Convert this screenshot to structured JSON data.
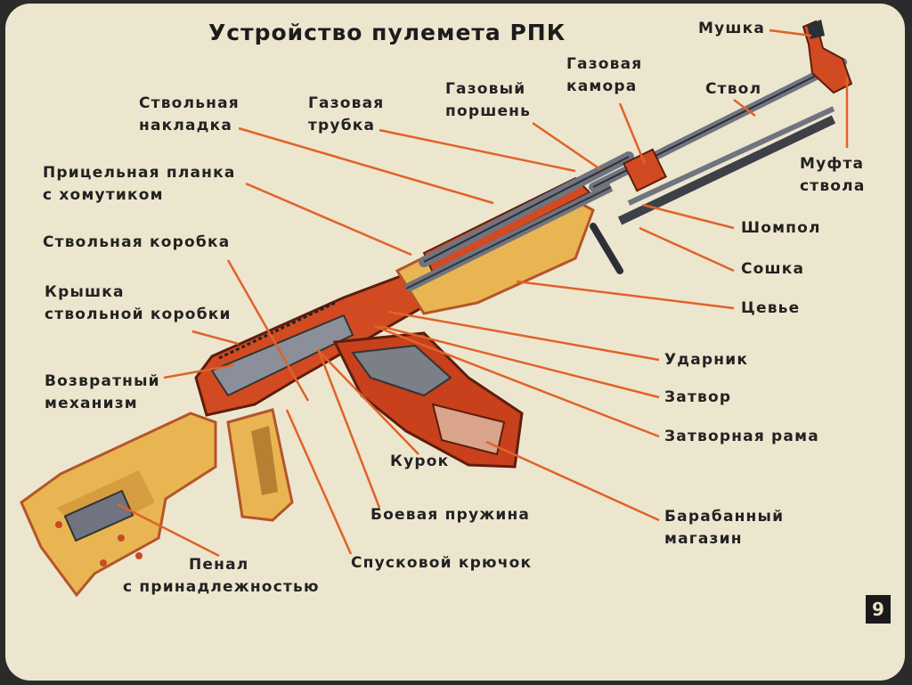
{
  "title": "Устройство пулемета РПК",
  "page_number": "9",
  "labels": {
    "mushka": "Мушка",
    "gaz_kamora": [
      "Газовая",
      "камора"
    ],
    "gaz_porshen": [
      "Газовый",
      "поршень"
    ],
    "gaz_trubka": [
      "Газовая",
      "трубка"
    ],
    "stvol_nakladka": [
      "Ствольная",
      "накладка"
    ],
    "stvol": "Ствол",
    "mufta": [
      "Муфта",
      "ствола"
    ],
    "pritsel": [
      "Прицельная планка",
      "с хомутиком"
    ],
    "stvol_korobka": "Ствольная коробка",
    "kryshka": [
      "Крышка",
      "ствольной коробки"
    ],
    "vozvrat": [
      "Возвратный",
      "механизм"
    ],
    "shompol": "Шомпол",
    "soshka": "Сошка",
    "tseve": "Цевье",
    "udarnik": "Ударник",
    "zatvor": "Затвор",
    "zatvor_rama": "Затворная рама",
    "kurok": "Курок",
    "boevaya": "Боевая пружина",
    "spusk": "Спусковой крючок",
    "baraban": [
      "Барабанный",
      "магазин"
    ],
    "penal": [
      "Пенал",
      "с принадлежностью"
    ]
  },
  "colors": {
    "background": "#ede6cf",
    "leader_line": "#e0622a",
    "wood": "#e9b552",
    "metal_red": "#d24a22",
    "steel": "#6f7480"
  }
}
